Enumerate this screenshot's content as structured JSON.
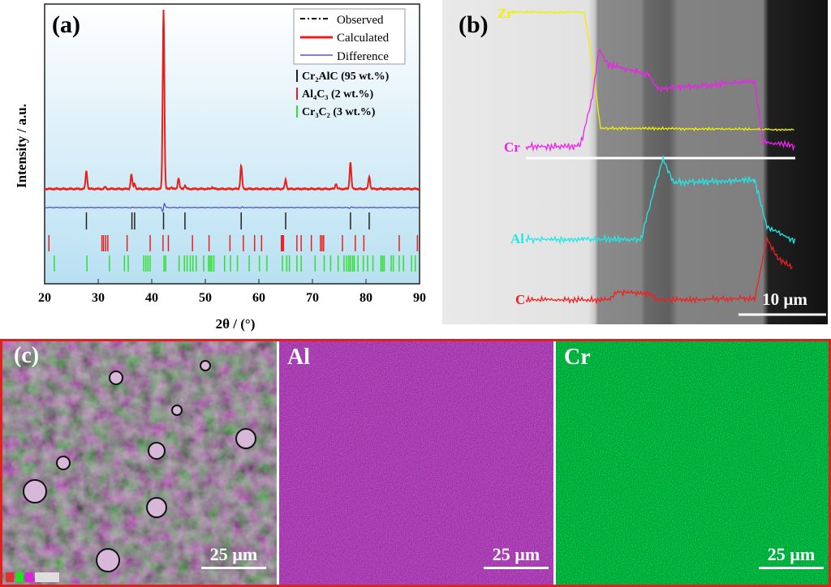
{
  "panel_a": {
    "label": "(a)",
    "chart_data": {
      "type": "line",
      "xlabel": "2θ / (°)",
      "ylabel": "Intensity / a.u.",
      "xlim": [
        20,
        90
      ],
      "xticks": [
        20,
        30,
        40,
        50,
        60,
        70,
        80,
        90
      ],
      "legend": {
        "placement": "top-right",
        "entries": [
          "Observed",
          "Calculated",
          "Difference"
        ]
      },
      "series_colors": {
        "Observed": "#000000",
        "Calculated": "#e8201c",
        "Difference": "#3030e0"
      },
      "peaks": [
        {
          "x": 27.8,
          "h": 0.1
        },
        {
          "x": 31.3,
          "h": 0.01
        },
        {
          "x": 36.2,
          "h": 0.08
        },
        {
          "x": 36.8,
          "h": 0.03
        },
        {
          "x": 42.2,
          "h": 1.0
        },
        {
          "x": 43.6,
          "h": 0.01
        },
        {
          "x": 45.0,
          "h": 0.06
        },
        {
          "x": 46.2,
          "h": 0.02
        },
        {
          "x": 51.3,
          "h": 0.01
        },
        {
          "x": 56.7,
          "h": 0.13
        },
        {
          "x": 65.0,
          "h": 0.05
        },
        {
          "x": 74.4,
          "h": 0.03
        },
        {
          "x": 77.1,
          "h": 0.15
        },
        {
          "x": 80.6,
          "h": 0.07
        }
      ],
      "phases": [
        {
          "name": "Cr₂AlC (95 wt.%)",
          "color": "#222222",
          "positions": [
            27.8,
            36.3,
            36.8,
            42.2,
            46.2,
            56.7,
            65.0,
            77.1,
            80.6
          ]
        },
        {
          "name": "Al₄C₃ (2 wt.%)",
          "color": "#e8201c",
          "positions": [
            20.8,
            30.7,
            31.0,
            31.4,
            31.8,
            35.4,
            39.7,
            42.1,
            43.1,
            47.6,
            50.7,
            54.6,
            57.1,
            59.2,
            60.5,
            64.2,
            64.4,
            64.6,
            67.1,
            67.9,
            69.8,
            71.5,
            71.8,
            72.1,
            75.6,
            78.0,
            79.6,
            86.2,
            89.6
          ]
        },
        {
          "name": "Cr₃C₂ (3 wt.%)",
          "color": "#30e030",
          "positions": [
            21.8,
            27.9,
            32.1,
            34.9,
            35.6,
            38.5,
            38.9,
            39.3,
            39.7,
            42.3,
            42.6,
            45.1,
            46.1,
            46.6,
            47.2,
            47.7,
            48.3,
            49.7,
            50.6,
            50.9,
            51.2,
            51.6,
            53.6,
            54.7,
            56.0,
            58.2,
            60.1,
            61.5,
            64.4,
            65.2,
            65.7,
            67.1,
            67.9,
            70.5,
            72.2,
            73.4,
            74.8,
            75.9,
            76.4,
            76.8,
            77.1,
            77.5,
            77.8,
            78.5,
            79.5,
            80.3,
            81.3,
            82.8,
            83.1,
            83.4,
            84.7,
            85.1,
            86.2,
            87.0,
            88.5,
            89.2
          ]
        }
      ]
    }
  },
  "panel_b": {
    "label": "(b)",
    "profiles": [
      "Zr",
      "Cr",
      "Al",
      "C"
    ],
    "colors": {
      "Zr": "#f0f000",
      "Cr": "#f020f0",
      "Al": "#20e8e8",
      "C": "#f02020"
    },
    "scale": "10 µm"
  },
  "panel_c": {
    "label": "(c)",
    "maps": [
      {
        "title": "",
        "scale": "25 µm"
      },
      {
        "title": "Al",
        "scale": "25 µm"
      },
      {
        "title": "Cr",
        "scale": "25 µm"
      }
    ]
  }
}
